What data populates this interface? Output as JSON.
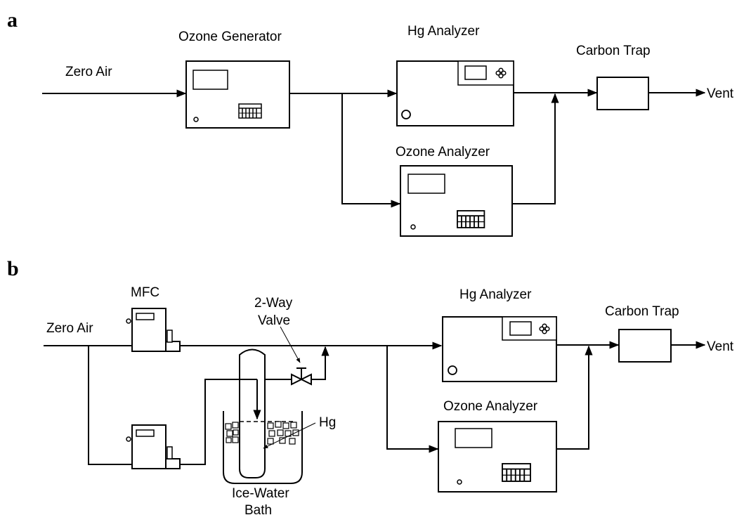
{
  "panel_a": {
    "letter": "a",
    "inlet": "Zero Air",
    "ozone_generator": "Ozone Generator",
    "hg_analyzer": "Hg Analyzer",
    "ozone_analyzer": "Ozone Analyzer",
    "carbon_trap": "Carbon Trap",
    "outlet": "Vent"
  },
  "panel_b": {
    "letter": "b",
    "inlet": "Zero Air",
    "mfc": "MFC",
    "valve_line1": "2-Way",
    "valve_line2": "Valve",
    "hg_label": "Hg",
    "bath_line1": "Ice-Water",
    "bath_line2": "Bath",
    "hg_analyzer": "Hg Analyzer",
    "ozone_analyzer": "Ozone Analyzer",
    "carbon_trap": "Carbon Trap",
    "outlet": "Vent"
  }
}
